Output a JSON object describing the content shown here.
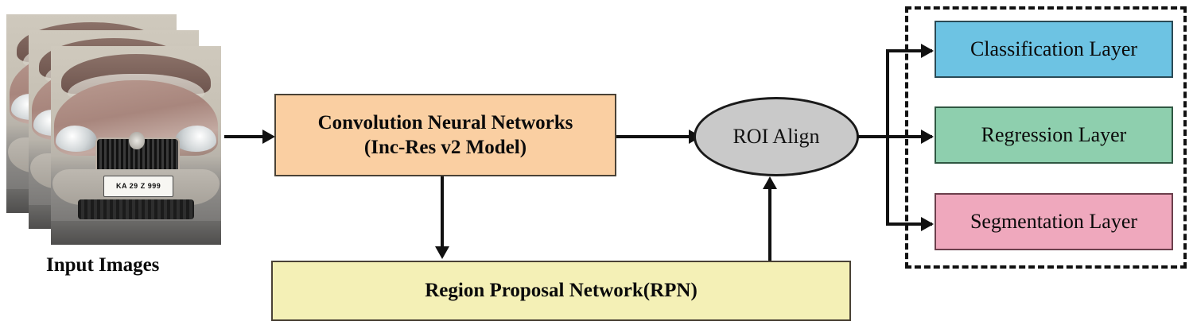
{
  "diagram": {
    "title": "Mask R-CNN object detection pipeline",
    "colors": {
      "cnn_fill": "#facfa2",
      "rpn_fill": "#f4f0b6",
      "roi_fill": "#c9c9c9",
      "classification_fill": "#6dc3e3",
      "regression_fill": "#8ecfae",
      "segmentation_fill": "#efa8bd",
      "stroke": "#1a1a1a",
      "box_stroke": "#4a4236"
    },
    "input": {
      "caption": "Input Images",
      "photo_count": 3,
      "license_plate_text": "KA 29 Z 999"
    },
    "nodes": {
      "cnn": {
        "line1": "Convolution Neural Networks",
        "line2": "(Inc-Res v2 Model)"
      },
      "roi_align": {
        "label": "ROI Align"
      },
      "rpn": {
        "label": "Region Proposal Network(RPN)"
      }
    },
    "output_layers": [
      {
        "label": "Classification Layer",
        "fill": "#6dc3e3"
      },
      {
        "label": "Regression  Layer",
        "fill": "#8ecfae"
      },
      {
        "label": "Segmentation  Layer",
        "fill": "#efa8bd"
      }
    ]
  }
}
